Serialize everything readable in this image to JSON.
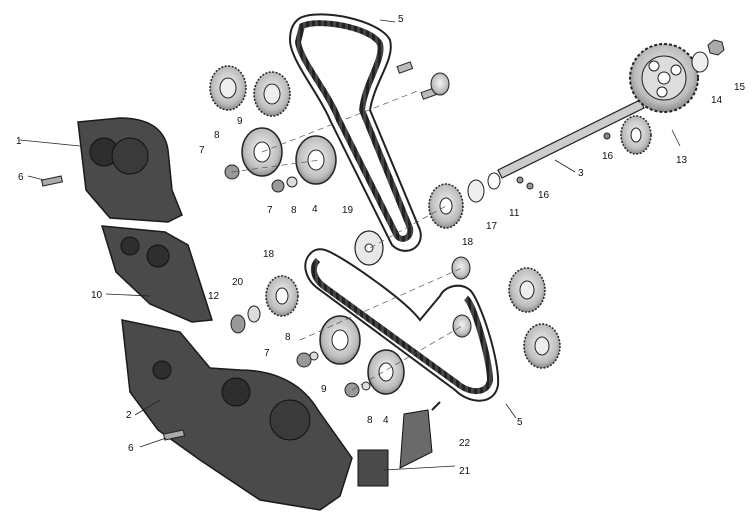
{
  "colors": {
    "line": "#222222",
    "cover": "#4a4a4a",
    "cover_dark": "#2e2e2e",
    "gear": "#bdbdbd",
    "belt": "#333333",
    "background": "#ffffff"
  },
  "callouts": {
    "c1": "1",
    "c2": "2",
    "c3": "3",
    "c4a": "4",
    "c4b": "4",
    "c5a": "5",
    "c5b": "5",
    "c6a": "6",
    "c6b": "6",
    "c7a": "7",
    "c7b": "7",
    "c7c": "7",
    "c8a": "8",
    "c8b": "8",
    "c8c": "8",
    "c8d": "8",
    "c9a": "9",
    "c9b": "9",
    "c10": "10",
    "c11": "11",
    "c12": "12",
    "c13": "13",
    "c14": "14",
    "c15": "15",
    "c16a": "16",
    "c16b": "16",
    "c17": "17",
    "c18a": "18",
    "c18b": "18",
    "c19": "19",
    "c20": "20",
    "c21": "21",
    "c22": "22"
  }
}
